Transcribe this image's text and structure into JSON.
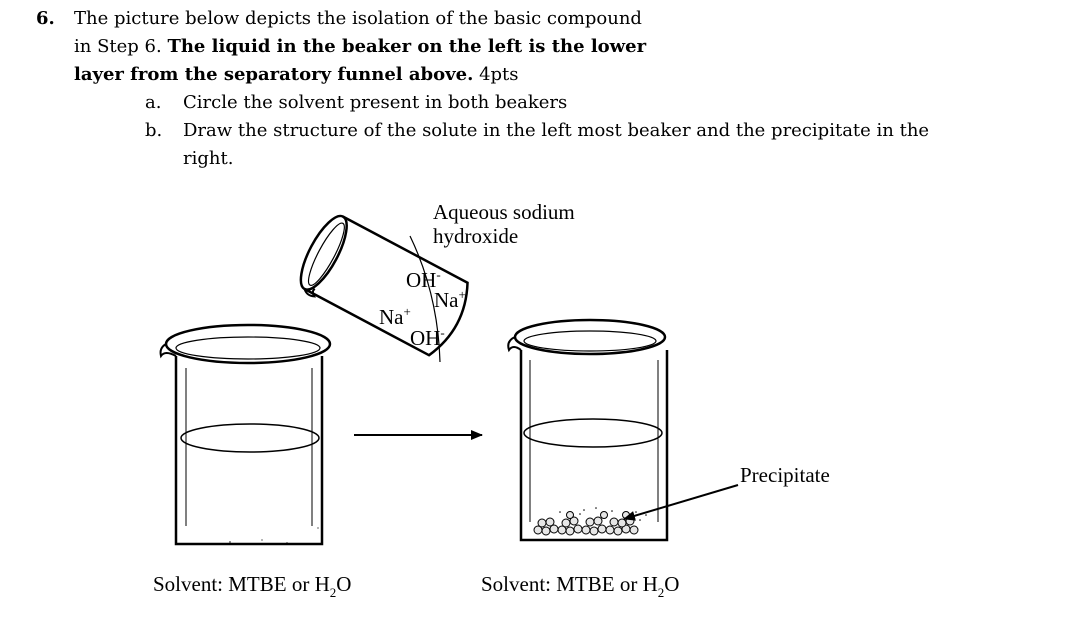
{
  "question": {
    "number": "6.",
    "line1": "The picture below depicts the isolation of the basic compound",
    "line2_plain": "in Step 6. ",
    "line2_bold": "The liquid in the beaker on the left is the lower",
    "line3_bold": "layer from the separatory funnel above.",
    "line3_plain": " 4pts",
    "parts": [
      {
        "letter": "a.",
        "text": "Circle the solvent present in both beakers"
      },
      {
        "letter": "b.",
        "text": "Draw the structure of the solute in the left most beaker and the precipitate in the",
        "cont": "right."
      }
    ]
  },
  "figure": {
    "pour_label_1": "Aqueous sodium",
    "pour_label_2": "hydroxide",
    "ions": {
      "oh1": "OH",
      "oh1_sup": "-",
      "na1": "Na",
      "na1_sup": "+",
      "na2": "Na",
      "na2_sup": "+",
      "oh2": "OH",
      "oh2_sup": "-"
    },
    "precipitate_label": "Precipitate",
    "left_solvent": {
      "prefix": "Solvent: MTBE or H",
      "sub": "2",
      "suffix": "O"
    },
    "right_solvent": {
      "prefix": "Solvent: MTBE  or H",
      "sub": "2",
      "suffix": "O"
    }
  }
}
